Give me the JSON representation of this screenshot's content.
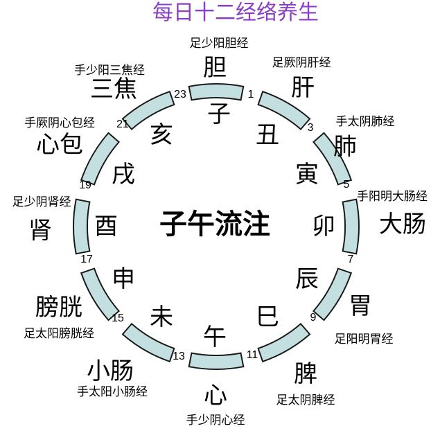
{
  "title": "每日十二经络养生",
  "center_label": "子午流注",
  "hours": [
    "1",
    "3",
    "5",
    "7",
    "9",
    "11",
    "13",
    "15",
    "17",
    "19",
    "21",
    "23"
  ],
  "branches": [
    "子",
    "丑",
    "寅",
    "卯",
    "辰",
    "巳",
    "午",
    "未",
    "申",
    "酉",
    "戌",
    "亥"
  ],
  "organs": [
    "胆",
    "肝",
    "肺",
    "大肠",
    "胃",
    "脾",
    "心",
    "小肠",
    "膀胱",
    "肾",
    "心包",
    "三焦"
  ],
  "meridians": [
    "足少阳胆经",
    "足厥阴肝经",
    "手太阴肺经",
    "手阳明大肠经",
    "足阳明胃经",
    "足太阴脾经",
    "手少阴心经",
    "手太阳小肠经",
    "足太阳膀胱经",
    "足少阴肾经",
    "手厥阴心包经",
    "手少阳三焦经"
  ],
  "colors": {
    "title": "#8a3fc4",
    "segment_fill": "#c4dfe0",
    "segment_stroke": "#1a1a1a",
    "text": "#000000"
  }
}
